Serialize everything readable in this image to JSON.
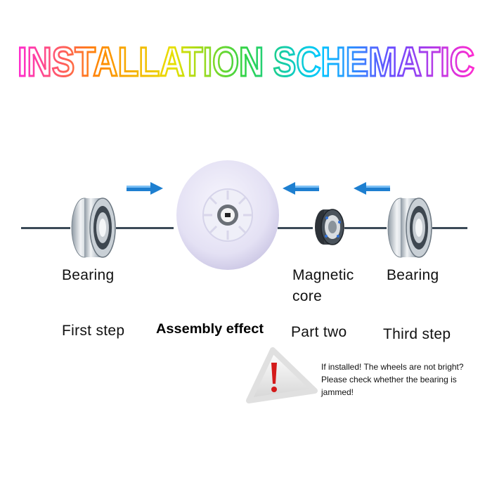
{
  "title": "INSTALLATION SCHEMATIC",
  "labels": {
    "bearing_left": "Bearing",
    "magnetic_core_line1": "Magnetic",
    "magnetic_core_line2": "core",
    "bearing_right": "Bearing"
  },
  "steps": {
    "first": "First step",
    "assembly": "Assembly effect",
    "second": "Part two",
    "third": "Third step"
  },
  "warning": {
    "line1": "If installed! The wheels are not bright?",
    "line2": "Please check whether the bearing is",
    "line3": "jammed!"
  },
  "colors": {
    "arrow": "#1e7fd0",
    "wheel": "#e9e6f6",
    "warning_exclaim": "#d41a1a",
    "axis_line": "#3b4a57"
  },
  "icons": [
    "arrow-right-icon",
    "arrow-left-icon",
    "warning-triangle-icon"
  ]
}
